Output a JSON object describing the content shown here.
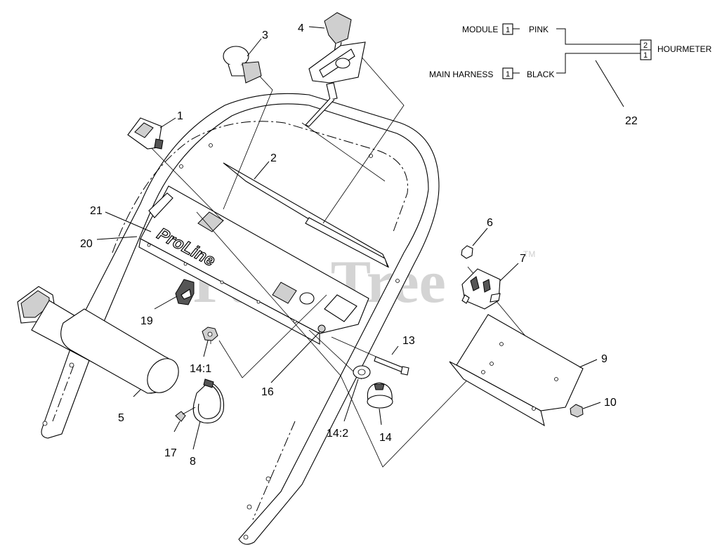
{
  "watermark": {
    "text": "PartsTree",
    "tm": "TM"
  },
  "panel_brand": "ProLine",
  "callouts": {
    "c1": "1",
    "c2": "2",
    "c3": "3",
    "c4": "4",
    "c5": "5",
    "c6": "6",
    "c7": "7",
    "c8": "8",
    "c9": "9",
    "c10": "10",
    "c13": "13",
    "c14": "14",
    "c14_1": "14:1",
    "c14_2": "14:2",
    "c16": "16",
    "c17": "17",
    "c19": "19",
    "c20": "20",
    "c21": "21",
    "c22": "22"
  },
  "wiring": {
    "module_label": "MODULE",
    "module_pin": "1",
    "module_color": "PINK",
    "harness_label": "MAIN HARNESS",
    "harness_pin": "1",
    "harness_color": "BLACK",
    "hourmeter_label": "HOURMETER",
    "hourmeter_pin_top": "2",
    "hourmeter_pin_bottom": "1"
  }
}
